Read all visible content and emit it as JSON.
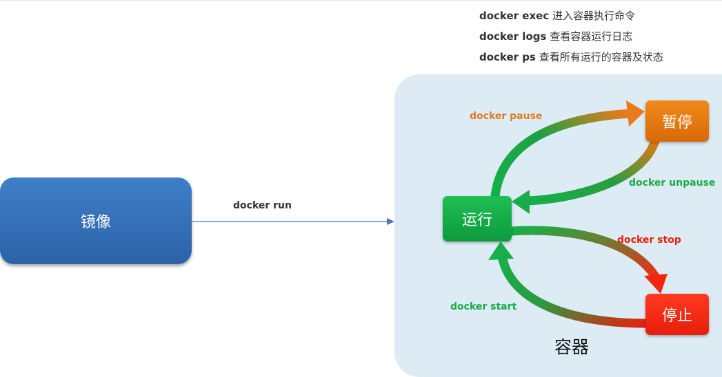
{
  "commands": [
    {
      "cmd": "docker exec",
      "desc": "进入容器执行命令"
    },
    {
      "cmd": "docker logs",
      "desc": "查看容器运行日志"
    },
    {
      "cmd": "docker ps",
      "desc": "查看所有运行的容器及状态"
    }
  ],
  "image_box": {
    "label": "镜像"
  },
  "run": {
    "label": "docker run"
  },
  "container": {
    "label": "容器"
  },
  "states": {
    "running": "运行",
    "paused": "暂停",
    "stopped": "停止"
  },
  "transitions": {
    "pause": "docker pause",
    "unpause": "docker unpause",
    "stop": "docker stop",
    "start": "docker start"
  },
  "colors": {
    "image": "#3f7fc9",
    "container_bg": "#ddecf4",
    "running": "#1fbf55",
    "paused": "#f08a1a",
    "stopped": "#ff3b1f",
    "label_orange": "#e07a1f",
    "label_green": "#1aab4a",
    "label_red": "#e6200f"
  }
}
